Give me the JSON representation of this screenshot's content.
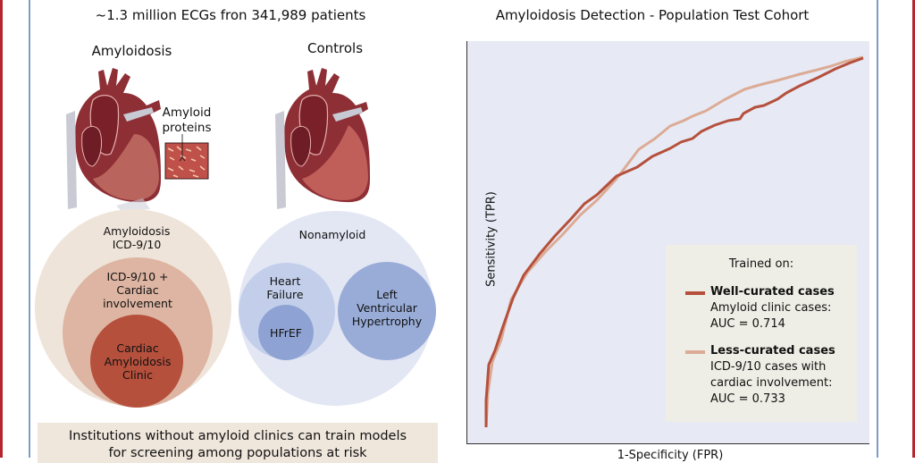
{
  "left_panel": {
    "title": "~1.3 million ECGs fron 341,989 patients",
    "amyloidosis_heart": {
      "label": "Amyloidosis",
      "callout_line1": "Amyloid",
      "callout_line2": "proteins"
    },
    "controls_heart": {
      "label": "Controls"
    },
    "amyloid_venn": {
      "outer": {
        "line1": "Amyloidosis",
        "line2": "ICD-9/10",
        "color": "#efe4da"
      },
      "middle": {
        "line1": "ICD-9/10 +",
        "line2": "Cardiac",
        "line3": "involvement",
        "color": "#ddb5a2"
      },
      "inner": {
        "line1": "Cardiac",
        "line2": "Amyloidosis",
        "line3": "Clinic",
        "color": "#b5503c"
      }
    },
    "control_venn": {
      "outer": {
        "label": "Nonamyloid",
        "color": "#e3e7f4"
      },
      "heart_failure": {
        "line1": "Heart",
        "line2": "Failure",
        "color": "#c3cfea"
      },
      "hfref": {
        "label": "HFrEF",
        "color": "#8ea3d3"
      },
      "lvh": {
        "line1": "Left",
        "line2": "Ventricular",
        "line3": "Hypertrophy",
        "color": "#99acd8"
      }
    },
    "banner": {
      "line1": "Institutions without amyloid clinics can train models",
      "line2": "for screening among populations at risk"
    }
  },
  "right_panel": {
    "title": "Amyloidosis Detection - Population Test Cohort",
    "ylabel": "Sensitivity (TPR)",
    "xlabel": "1-Specificity (FPR)",
    "legend": {
      "title": "Trained on:",
      "items": [
        {
          "name": "Well-curated cases",
          "line2": "Amyloid clinic cases:",
          "line3": "AUC = 0.714",
          "color": "#b5503c"
        },
        {
          "name": "Less-curated cases",
          "line2": "ICD-9/10 cases with",
          "line3": "cardiac involvement:",
          "line4": "AUC = 0.733",
          "color": "#dcab95"
        }
      ]
    }
  },
  "colors": {
    "frame_red": "#b3262d",
    "frame_blue": "#7f9bc7",
    "plot_bg": "#e7eaf5",
    "legend_bg": "#eeeee6",
    "banner_bg": "#efe6dc"
  },
  "chart_data": {
    "type": "line",
    "title": "Amyloidosis Detection - Population Test Cohort",
    "xlabel": "1-Specificity (FPR)",
    "ylabel": "Sensitivity (TPR)",
    "xlim": [
      0,
      1
    ],
    "ylim": [
      0,
      1
    ],
    "grid": false,
    "legend_position": "lower right",
    "legend_title": "Trained on:",
    "series": [
      {
        "name": "Well-curated cases (Amyloid clinic cases: AUC = 0.714)",
        "auc": 0.714,
        "x": [
          0.05,
          0.05,
          0.06,
          0.07,
          0.09,
          0.11,
          0.14,
          0.18,
          0.22,
          0.26,
          0.29,
          0.33,
          0.38,
          0.42,
          0.46,
          0.51,
          0.54,
          0.58,
          0.61,
          0.65,
          0.69,
          0.73,
          0.78,
          0.82,
          0.87,
          0.91,
          0.95
        ],
        "y": [
          0.04,
          0.11,
          0.2,
          0.24,
          0.29,
          0.37,
          0.42,
          0.48,
          0.52,
          0.56,
          0.6,
          0.62,
          0.65,
          0.68,
          0.7,
          0.72,
          0.75,
          0.77,
          0.78,
          0.8,
          0.82,
          0.84,
          0.86,
          0.88,
          0.91,
          0.93,
          0.96
        ]
      },
      {
        "name": "Less-curated cases (ICD-9/10 cases with cardiac involvement: AUC = 0.733)",
        "auc": 0.733,
        "x": [
          0.05,
          0.06,
          0.08,
          0.13,
          0.2,
          0.26,
          0.31,
          0.37,
          0.42,
          0.47,
          0.5,
          0.54,
          0.59,
          0.64,
          0.68,
          0.72,
          0.78,
          0.83,
          0.86,
          0.9,
          0.95
        ],
        "y": [
          0.04,
          0.15,
          0.25,
          0.39,
          0.46,
          0.54,
          0.6,
          0.67,
          0.72,
          0.75,
          0.78,
          0.8,
          0.83,
          0.86,
          0.87,
          0.88,
          0.9,
          0.91,
          0.92,
          0.94,
          0.96
        ]
      }
    ]
  }
}
